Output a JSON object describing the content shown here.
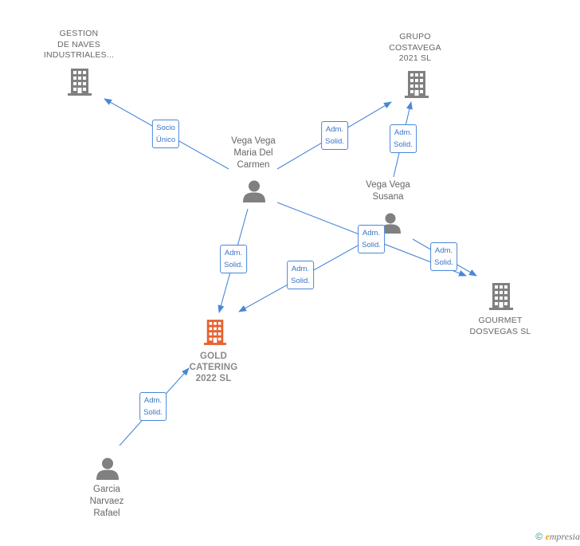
{
  "nodes": [
    {
      "id": "gestion",
      "kind": "company",
      "name": "GESTION\nDE NAVES\nINDUSTRIALES...",
      "icon": "building-icon",
      "color": "#808080"
    },
    {
      "id": "grupo",
      "kind": "company",
      "name": "GRUPO\nCOSTAVEGA\n2021  SL",
      "icon": "building-icon",
      "color": "#808080"
    },
    {
      "id": "gold",
      "kind": "company",
      "name": "GOLD\nCATERING\n2022  SL",
      "icon": "building-icon",
      "color": "#e8602c",
      "main": true
    },
    {
      "id": "gourmet",
      "kind": "company",
      "name": "GOURMET\nDOSVEGAS  SL",
      "icon": "building-icon",
      "color": "#808080"
    },
    {
      "id": "maria",
      "kind": "person",
      "name": "Vega Vega\nMaria Del\nCarmen",
      "icon": "person-icon",
      "color": "#808080"
    },
    {
      "id": "susana",
      "kind": "person",
      "name": "Vega Vega\nSusana",
      "icon": "person-icon",
      "color": "#808080"
    },
    {
      "id": "garcia",
      "kind": "person",
      "name": "Garcia\nNarvaez\nRafael",
      "icon": "person-icon",
      "color": "#808080"
    }
  ],
  "edges": [
    {
      "id": "e1",
      "from": "maria",
      "to": "gestion",
      "label": "Socio\nÚnico"
    },
    {
      "id": "e2",
      "from": "maria",
      "to": "grupo",
      "label": "Adm.\nSolid."
    },
    {
      "id": "e3",
      "from": "susana",
      "to": "grupo",
      "label": "Adm.\nSolid."
    },
    {
      "id": "e4",
      "from": "maria",
      "to": "gold",
      "label": "Adm.\nSolid."
    },
    {
      "id": "e5",
      "from": "maria",
      "to": "gourmet",
      "label": "Adm.\nSolid."
    },
    {
      "id": "e6",
      "from": "susana",
      "to": "gold",
      "label": "Adm.\nSolid."
    },
    {
      "id": "e7",
      "from": "susana",
      "to": "gourmet",
      "label": "Adm.\nSolid."
    },
    {
      "id": "e8",
      "from": "garcia",
      "to": "gold",
      "label": "Adm.\nSolid."
    }
  ],
  "colors": {
    "edge": "#4a86d8",
    "icon": "#808080",
    "main": "#e8602c"
  },
  "footer": {
    "copyright": "©",
    "brand_initial": "e",
    "brand_rest": "mpresia"
  }
}
